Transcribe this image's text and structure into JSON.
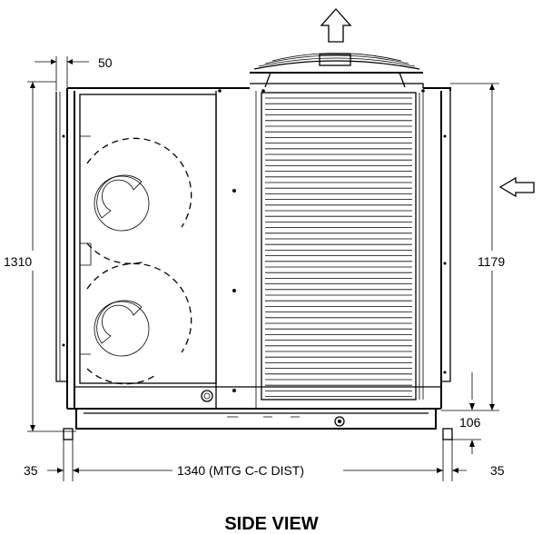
{
  "drawing": {
    "title": "SIDE VIEW",
    "dimensions": {
      "top_offset": "50",
      "overall_height": "1310",
      "coil_height": "1179",
      "base_height": "106",
      "mounting_distance": "1340 (MTG C-C DIST)",
      "left_overhang": "35",
      "right_overhang": "35"
    },
    "airflow": {
      "discharge": "up-arrow-icon",
      "intake": "left-arrow-icon"
    }
  }
}
